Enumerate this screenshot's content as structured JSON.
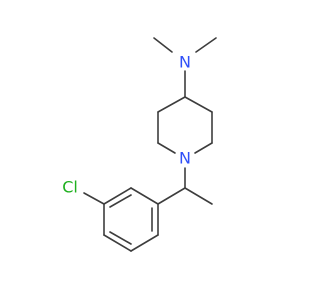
{
  "molecule": {
    "atoms": {
      "n_dimethyl": "N",
      "n_ring": "N",
      "cl": "Cl"
    },
    "colors": {
      "bond": "#3d3d3d",
      "nitrogen": "#3050f8",
      "chlorine": "#1fb01f"
    }
  }
}
